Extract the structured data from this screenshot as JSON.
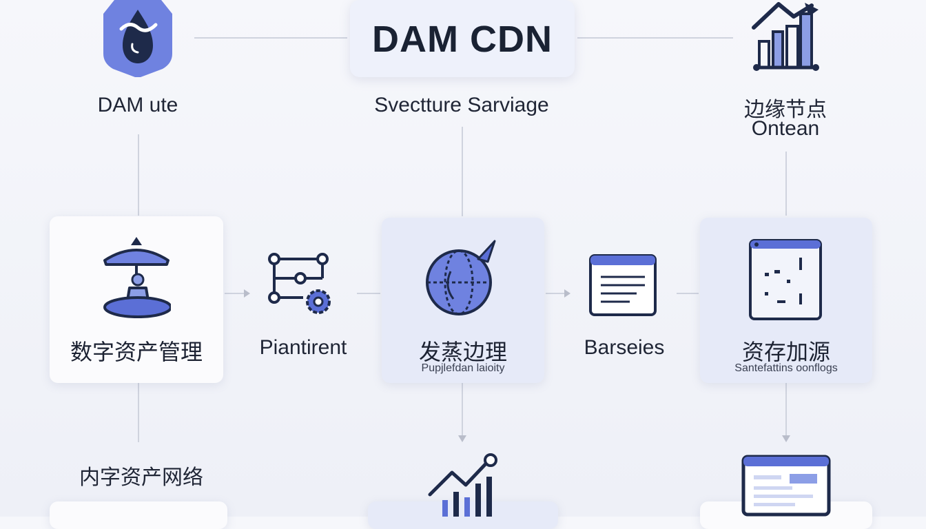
{
  "header": {
    "title": "DAM CDN",
    "left_label": "DAM ute",
    "center_label": "Svectture Sarviage",
    "right_label_line1": "边缘节点",
    "right_label_line2": "Ontean"
  },
  "row": {
    "card1_title": "数字资产管理",
    "middle1_label": "Piantirent",
    "card2_title": "发蒸边理",
    "card2_sub": "Pupjlefdan laioity",
    "middle2_label": "Barseies",
    "card3_title": "资存加源",
    "card3_sub": "Santefattins oonflogs"
  },
  "bottom": {
    "left_label": "内字资产网络"
  },
  "colors": {
    "accent": "#5b6fd6",
    "accent_light": "#8c9ee6",
    "navy": "#1e2a4a",
    "line": "#cfd3de"
  }
}
